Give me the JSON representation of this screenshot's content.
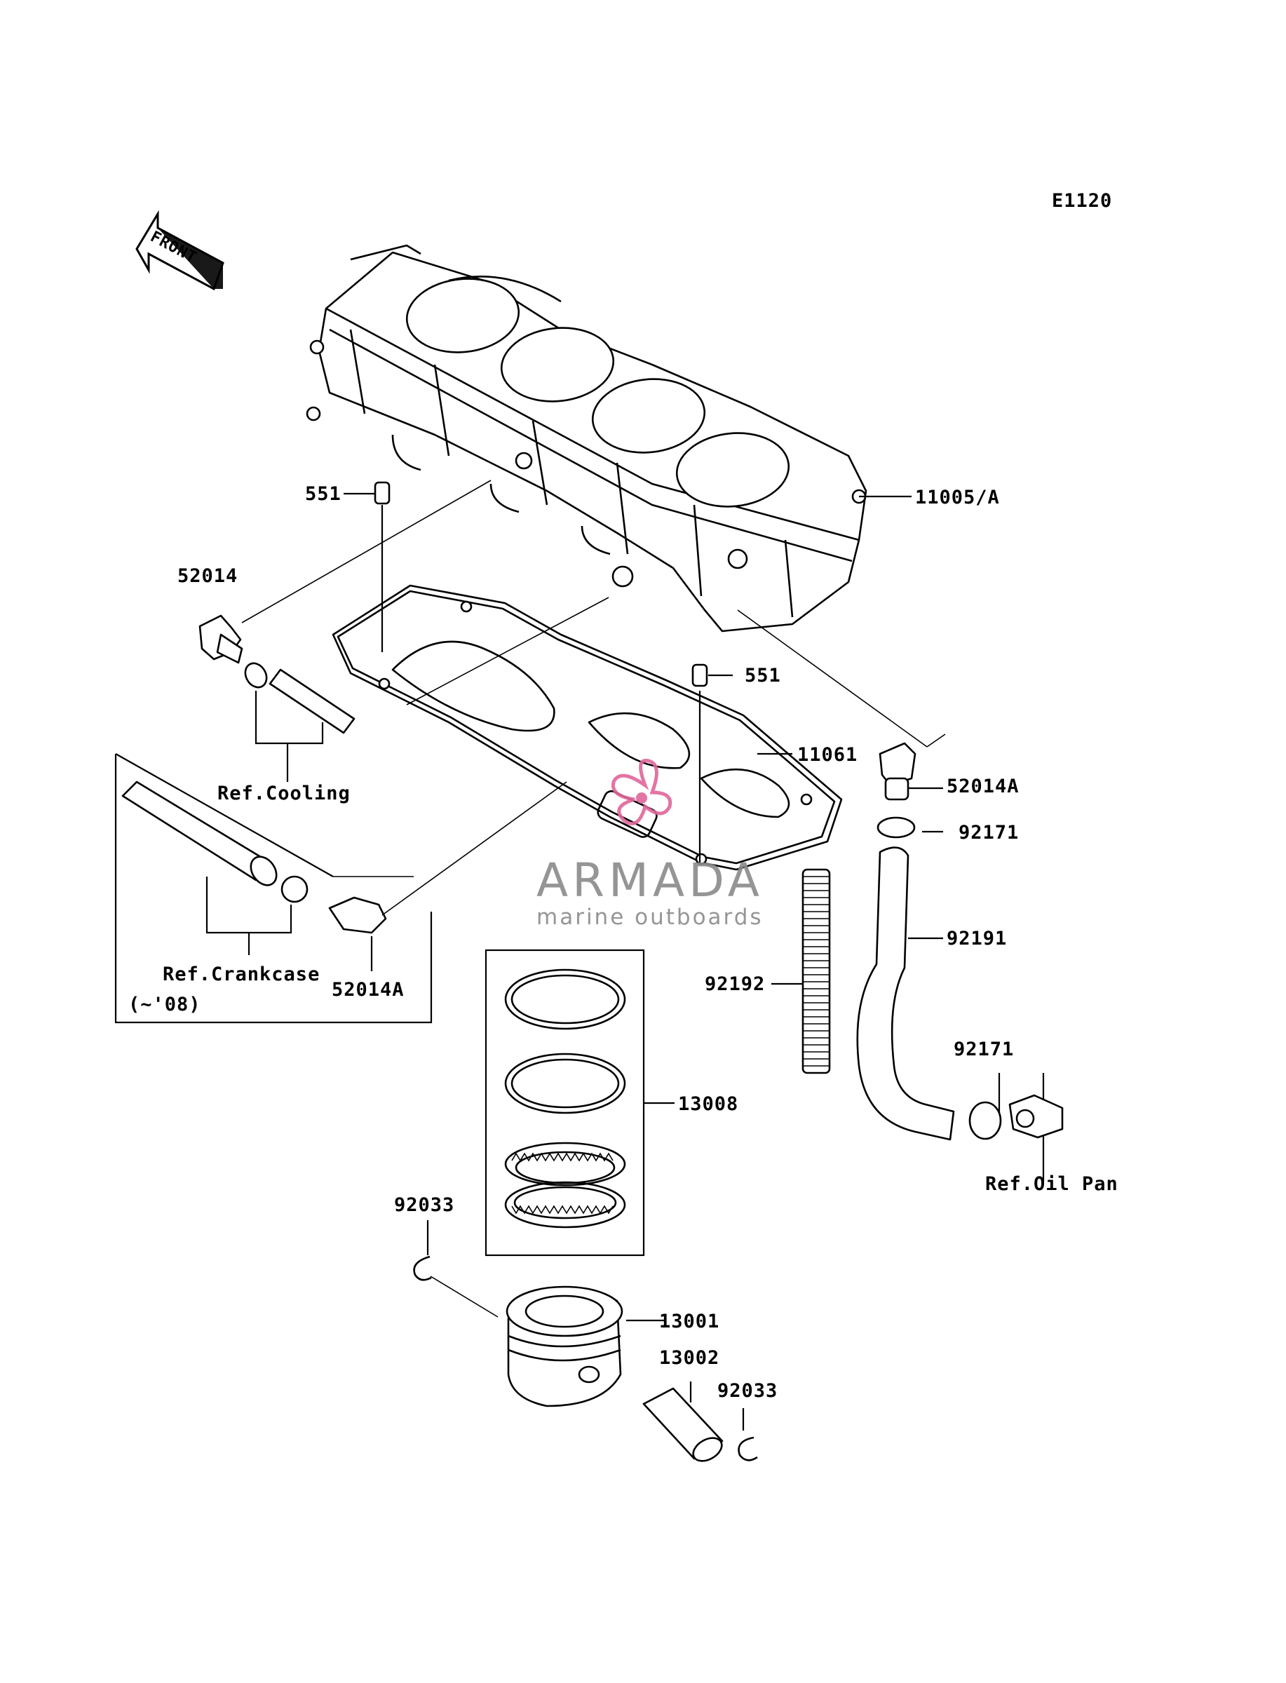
{
  "diagram_code": "E1120",
  "front_label": "FRONT",
  "parts": {
    "cylinder": "11005/A",
    "dowel_upper": "551",
    "dowel_lower": "551",
    "fitting_left": "52014",
    "fitting_right": "52014A",
    "fitting_inset": "52014A",
    "gasket": "11061",
    "clamp_upper": "92171",
    "clamp_lower": "92171",
    "hose": "92191",
    "tube": "92192",
    "ring_set": "13008",
    "circlip_left": "92033",
    "circlip_right": "92033",
    "piston": "13001",
    "piston_pin": "13002"
  },
  "references": {
    "cooling": "Ref.Cooling",
    "crankcase": "Ref.Crankcase",
    "crankcase_note": "(~'08)",
    "oil_pan": "Ref.Oil Pan"
  },
  "watermark": {
    "title": "ARMADA",
    "subtitle": "marine outboards",
    "accent_color": "#e0669a",
    "text_color": "#8a8a8a"
  }
}
